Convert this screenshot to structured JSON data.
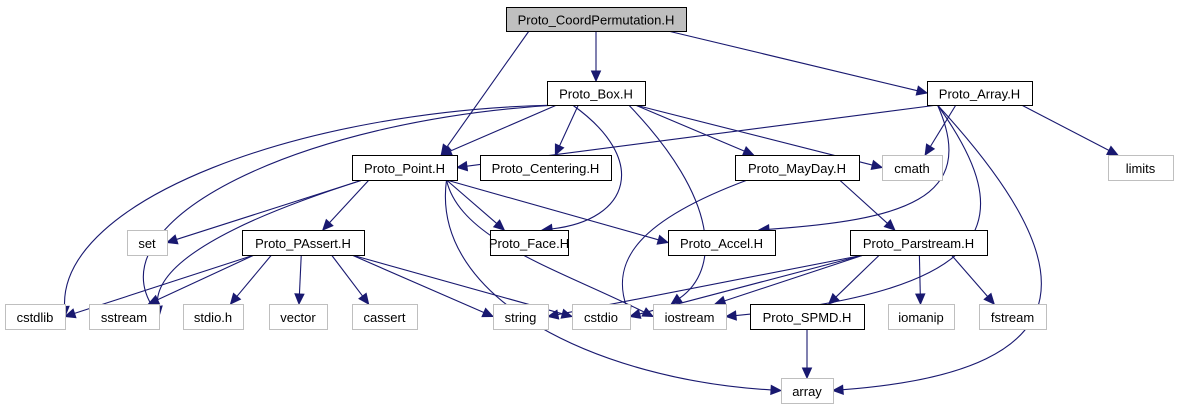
{
  "diagram": {
    "type": "include-dependency-graph",
    "nodes": [
      {
        "id": "coordperm",
        "label": "Proto_CoordPermutation.H",
        "kind": "root"
      },
      {
        "id": "box",
        "label": "Proto_Box.H",
        "kind": "project"
      },
      {
        "id": "array_h",
        "label": "Proto_Array.H",
        "kind": "project"
      },
      {
        "id": "point",
        "label": "Proto_Point.H",
        "kind": "project"
      },
      {
        "id": "centering",
        "label": "Proto_Centering.H",
        "kind": "project"
      },
      {
        "id": "mayday",
        "label": "Proto_MayDay.H",
        "kind": "project"
      },
      {
        "id": "cmath",
        "label": "cmath",
        "kind": "system"
      },
      {
        "id": "limits",
        "label": "limits",
        "kind": "system"
      },
      {
        "id": "set",
        "label": "set",
        "kind": "system"
      },
      {
        "id": "passert",
        "label": "Proto_PAssert.H",
        "kind": "project"
      },
      {
        "id": "face",
        "label": "Proto_Face.H",
        "kind": "project"
      },
      {
        "id": "accel",
        "label": "Proto_Accel.H",
        "kind": "project"
      },
      {
        "id": "parstream",
        "label": "Proto_Parstream.H",
        "kind": "project"
      },
      {
        "id": "cstdlib",
        "label": "cstdlib",
        "kind": "system"
      },
      {
        "id": "sstream",
        "label": "sstream",
        "kind": "system"
      },
      {
        "id": "stdio",
        "label": "stdio.h",
        "kind": "system"
      },
      {
        "id": "vector",
        "label": "vector",
        "kind": "system"
      },
      {
        "id": "cassert",
        "label": "cassert",
        "kind": "system"
      },
      {
        "id": "string",
        "label": "string",
        "kind": "system"
      },
      {
        "id": "cstdio",
        "label": "cstdio",
        "kind": "system"
      },
      {
        "id": "iostream",
        "label": "iostream",
        "kind": "system"
      },
      {
        "id": "spmd",
        "label": "Proto_SPMD.H",
        "kind": "project"
      },
      {
        "id": "iomanip",
        "label": "iomanip",
        "kind": "system"
      },
      {
        "id": "fstream",
        "label": "fstream",
        "kind": "system"
      },
      {
        "id": "array",
        "label": "array",
        "kind": "system"
      }
    ],
    "edges": [
      {
        "from": "coordperm",
        "to": "box"
      },
      {
        "from": "coordperm",
        "to": "array_h"
      },
      {
        "from": "coordperm",
        "to": "point"
      },
      {
        "from": "box",
        "to": "point"
      },
      {
        "from": "box",
        "to": "centering"
      },
      {
        "from": "box",
        "to": "mayday"
      },
      {
        "from": "box",
        "to": "cmath"
      },
      {
        "from": "box",
        "to": "face"
      },
      {
        "from": "box",
        "to": "cstdlib"
      },
      {
        "from": "box",
        "to": "sstream"
      },
      {
        "from": "box",
        "to": "iostream"
      },
      {
        "from": "array_h",
        "to": "point"
      },
      {
        "from": "array_h",
        "to": "cmath"
      },
      {
        "from": "array_h",
        "to": "limits"
      },
      {
        "from": "array_h",
        "to": "accel"
      },
      {
        "from": "array_h",
        "to": "iostream"
      },
      {
        "from": "array_h",
        "to": "array"
      },
      {
        "from": "point",
        "to": "set"
      },
      {
        "from": "point",
        "to": "passert"
      },
      {
        "from": "point",
        "to": "face"
      },
      {
        "from": "point",
        "to": "accel"
      },
      {
        "from": "point",
        "to": "sstream"
      },
      {
        "from": "point",
        "to": "iostream"
      },
      {
        "from": "point",
        "to": "array"
      },
      {
        "from": "mayday",
        "to": "parstream"
      },
      {
        "from": "mayday",
        "to": "cstdio"
      },
      {
        "from": "passert",
        "to": "cstdlib"
      },
      {
        "from": "passert",
        "to": "sstream"
      },
      {
        "from": "passert",
        "to": "stdio"
      },
      {
        "from": "passert",
        "to": "vector"
      },
      {
        "from": "passert",
        "to": "cassert"
      },
      {
        "from": "passert",
        "to": "string"
      },
      {
        "from": "passert",
        "to": "cstdio"
      },
      {
        "from": "parstream",
        "to": "string"
      },
      {
        "from": "parstream",
        "to": "cstdio"
      },
      {
        "from": "parstream",
        "to": "iostream"
      },
      {
        "from": "parstream",
        "to": "spmd"
      },
      {
        "from": "parstream",
        "to": "iomanip"
      },
      {
        "from": "parstream",
        "to": "fstream"
      },
      {
        "from": "spmd",
        "to": "array"
      }
    ],
    "colors": {
      "edge": "#191970",
      "root_fill": "#bfbfbf",
      "project_border": "#000000",
      "system_border": "#bfbfbf"
    }
  }
}
